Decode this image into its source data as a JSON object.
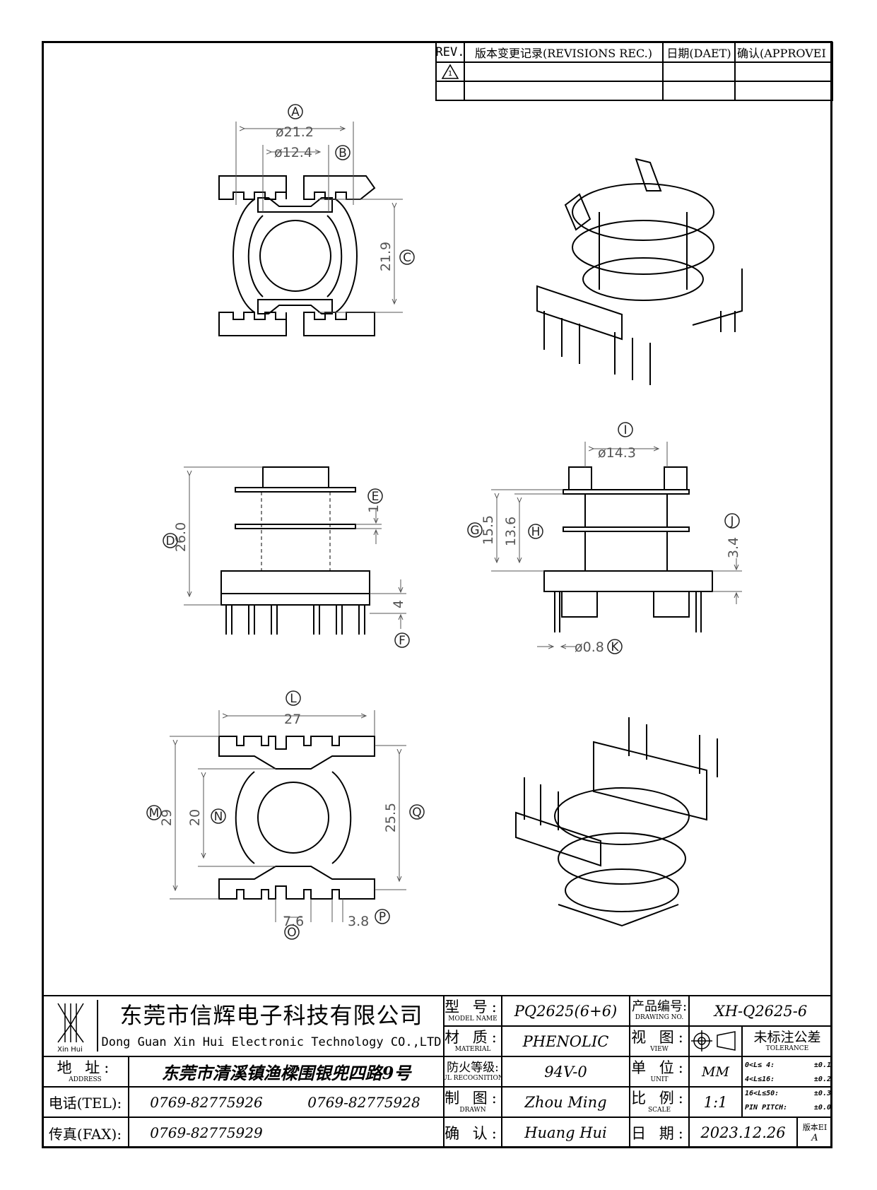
{
  "revisions": {
    "headers": [
      "REV.",
      "版本变更记录(REVISIONS REC.)",
      "日期(DAET)",
      "确认(APPROVEI"
    ],
    "row_mark": "1"
  },
  "dimensions": {
    "A": "A",
    "A_value": "ø21.2",
    "B": "B",
    "B_value": "ø12.4",
    "C": "C",
    "C_value": "21.9",
    "D": "D",
    "D_value": "26.0",
    "E": "E",
    "E_value": "1",
    "F": "F",
    "F_value": "4",
    "G": "G",
    "G_value": "15.5",
    "H": "H",
    "H_value": "13.6",
    "I": "I",
    "I_value": "ø14.3",
    "J": "J",
    "J_value": "3.4",
    "K": "K",
    "K_value": "ø0.8",
    "L": "L",
    "L_value": "27",
    "M": "M",
    "M_value": "29",
    "N": "N",
    "N_value": "20",
    "O": "O",
    "O_value": "7.6",
    "P": "P",
    "P_value": "3.8",
    "Q": "Q",
    "Q_value": "25.5"
  },
  "title_block": {
    "company_cn": "东莞市信辉电子科技有限公司",
    "company_en": "Dong Guan Xin Hui Electronic Technology CO.,LTD",
    "logo_text": "Xin Hui",
    "address_label": "地 址:",
    "address_label_en": "ADDRESS",
    "address": "东莞市清溪镇渔樑围银兜四路9号",
    "tel_label": "电话(TEL):",
    "tel_1": "0769-82775926",
    "tel_2": "0769-82775928",
    "fax_label": "传真(FAX):",
    "fax": "0769-82775929",
    "model_label": "型 号:",
    "model_label_en": "MODEL NAME",
    "model": "PQ2625(6+6)",
    "material_label": "材 质:",
    "material_label_en": "MATERIAL",
    "material": "PHENOLIC",
    "ul_label": "防火等级:",
    "ul_label_en": "UL RECOGNITION",
    "ul": "94V-0",
    "drawn_label": "制 图:",
    "drawn_label_en": "DRAWN",
    "drawn": "Zhou Ming",
    "confirm_label": "确 认:",
    "confirm": "Huang Hui",
    "drawing_no_label": "产品编号:",
    "drawing_no_label_en": "DRAWING NO.",
    "drawing_no": "XH-Q2625-6",
    "view_label": "视 图:",
    "view_label_en": "VIEW",
    "unit_label": "单 位:",
    "unit_label_en": "UNIT",
    "unit": "MM",
    "scale_label": "比 例:",
    "scale_label_en": "SCALE",
    "scale": "1:1",
    "date_label": "日 期:",
    "date": "2023.12.26",
    "tolerance_label": "未标注公差",
    "tolerance_label_en": "TOLERANCE",
    "tolerances": [
      {
        "range": "0<L≤ 4:",
        "value": "±0.1"
      },
      {
        "range": "4<L≤16:",
        "value": "±0.2"
      },
      {
        "range": "16<L≤50:",
        "value": "±0.3"
      },
      {
        "range": "PIN PITCH:",
        "value": "±0.0"
      }
    ],
    "version_label": "版本EI",
    "version": "A"
  }
}
